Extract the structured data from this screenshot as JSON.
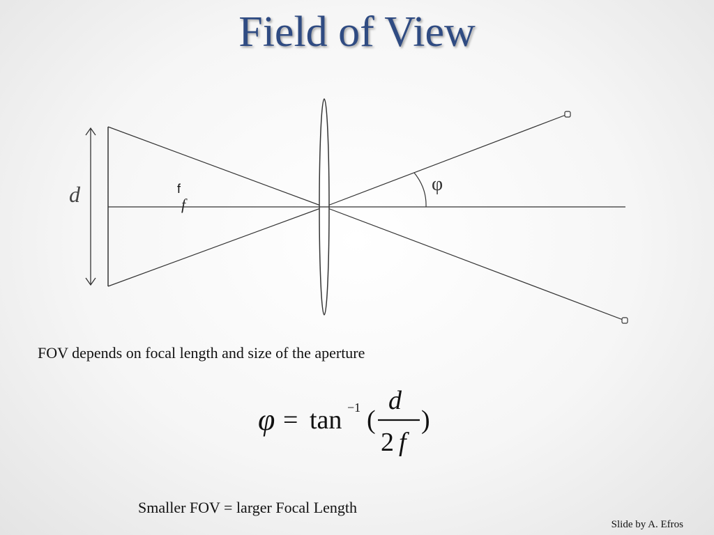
{
  "slide": {
    "title": "Field of View",
    "caption": "FOV depends on focal length and size of the aperture",
    "conclusion": "Smaller FOV = larger Focal Length",
    "credit": "Slide by A. Efros"
  },
  "diagram": {
    "aperture_label": "d",
    "focal_label_upright": "f",
    "focal_label_italic": "f",
    "angle_label": "φ"
  },
  "formula": {
    "lhs": "φ",
    "equals": "=",
    "func": "tan",
    "exponent": "−1",
    "open_paren": "(",
    "numerator": "d",
    "denominator_coef": "2",
    "denominator_var": "f",
    "close_paren": ")"
  }
}
